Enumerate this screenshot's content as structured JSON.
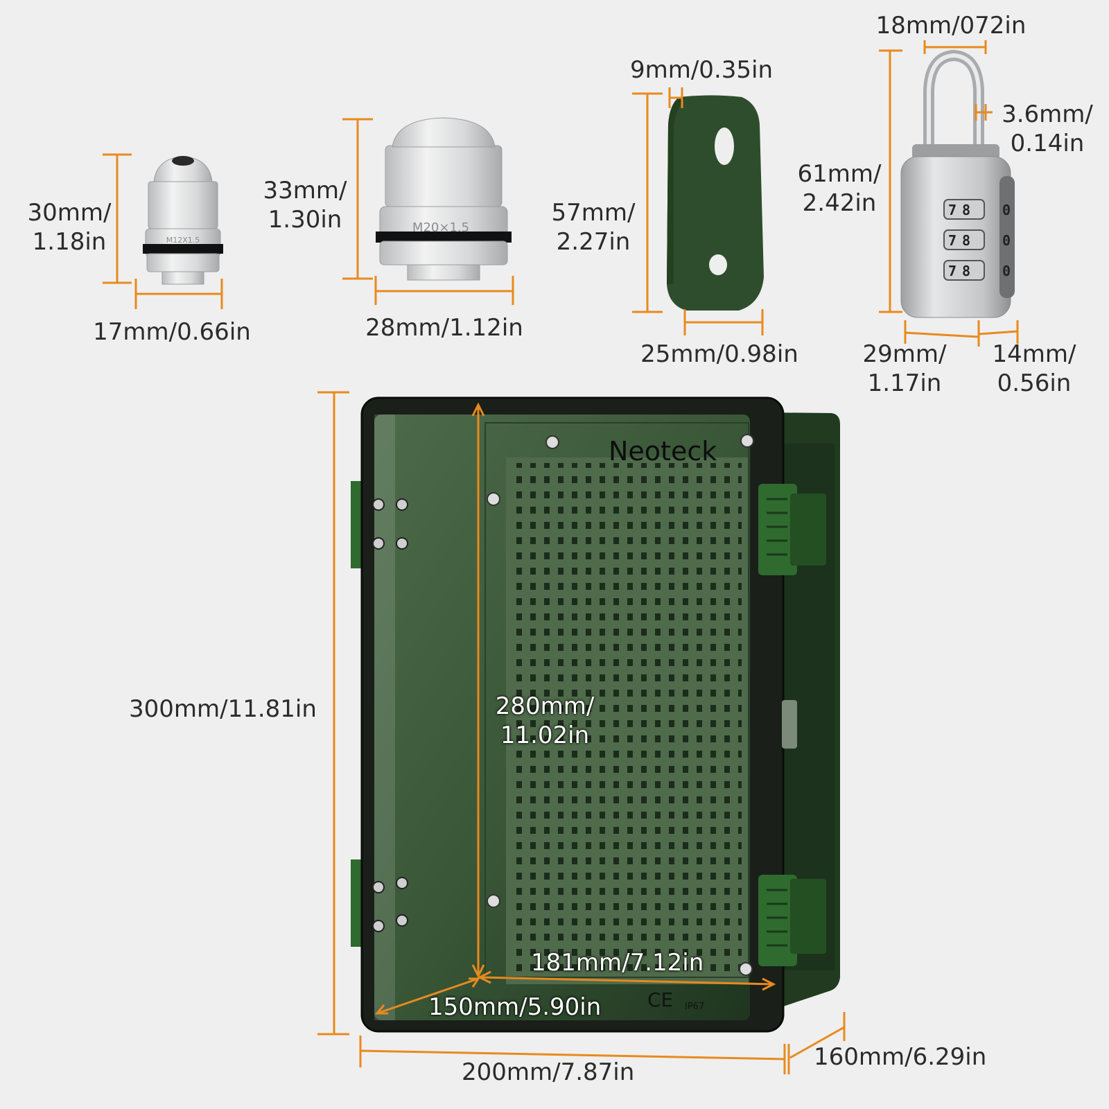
{
  "colors": {
    "dim_line": "#e88a1e",
    "enclosure": "#2d4b2c",
    "gland": "#d9dadb",
    "lock": "#b8babc"
  },
  "gland_small": {
    "height": "30mm/\n1.18in",
    "width": "17mm/0.66in",
    "marking": "M12X1.5"
  },
  "gland_large": {
    "height": "33mm/\n1.30in",
    "width": "28mm/1.12in",
    "marking": "M20×1.5"
  },
  "bracket": {
    "thickness": "9mm/0.35in",
    "height": "57mm/\n2.27in",
    "width": "25mm/0.98in"
  },
  "padlock": {
    "shackle_width": "18mm/072in",
    "shackle_diameter": "3.6mm/\n0.14in",
    "height": "61mm/\n2.42in",
    "body_width": "29mm/\n1.17in",
    "body_depth": "14mm/\n0.56in",
    "dials": [
      "7",
      "8",
      "0"
    ]
  },
  "enclosure": {
    "brand": "Neoteck",
    "cert_mark": "CE",
    "ip_rating": "IP67",
    "outer_height": "300mm/11.81in",
    "inner_height": "280mm/\n11.02in",
    "inner_width": "181mm/7.12in",
    "inner_depth": "150mm/5.90in",
    "outer_width": "200mm/7.87in",
    "outer_depth": "160mm/6.29in"
  }
}
